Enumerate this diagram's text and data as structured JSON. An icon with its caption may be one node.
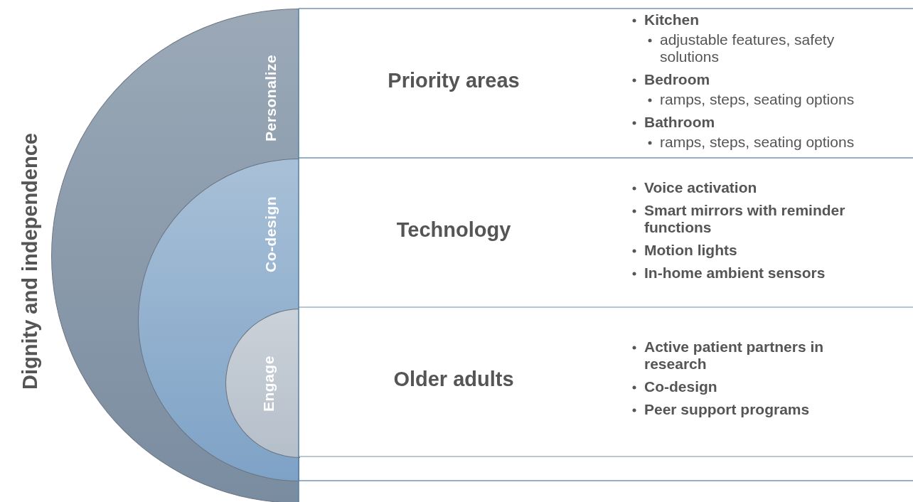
{
  "diagram": {
    "nodes": [
      {
        "text": [
          "Personalize"
        ]
      },
      {
        "text": [
          "Co-design"
        ],
        "in": 0
      },
      {
        "text": [
          "Engage"
        ],
        "in": 1
      },
      {
        "text": [
          "Priority areas",
          "Kitchen",
          "adjustable features, safety solutions",
          "Bedroom",
          "ramps, steps, seating options",
          "Bathroom",
          "ramps, steps, seating options"
        ]
      },
      {
        "text": [
          "Technology",
          "Voice activation",
          "Smart mirrors with reminder functions",
          "Motion lights",
          "In-home ambient sensors"
        ]
      },
      {
        "text": [
          "Older adults",
          "Active patient partners in research",
          "Co-design",
          "Peer support programs"
        ]
      }
    ],
    "labels": [
      "Dignity and independence"
    ]
  }
}
